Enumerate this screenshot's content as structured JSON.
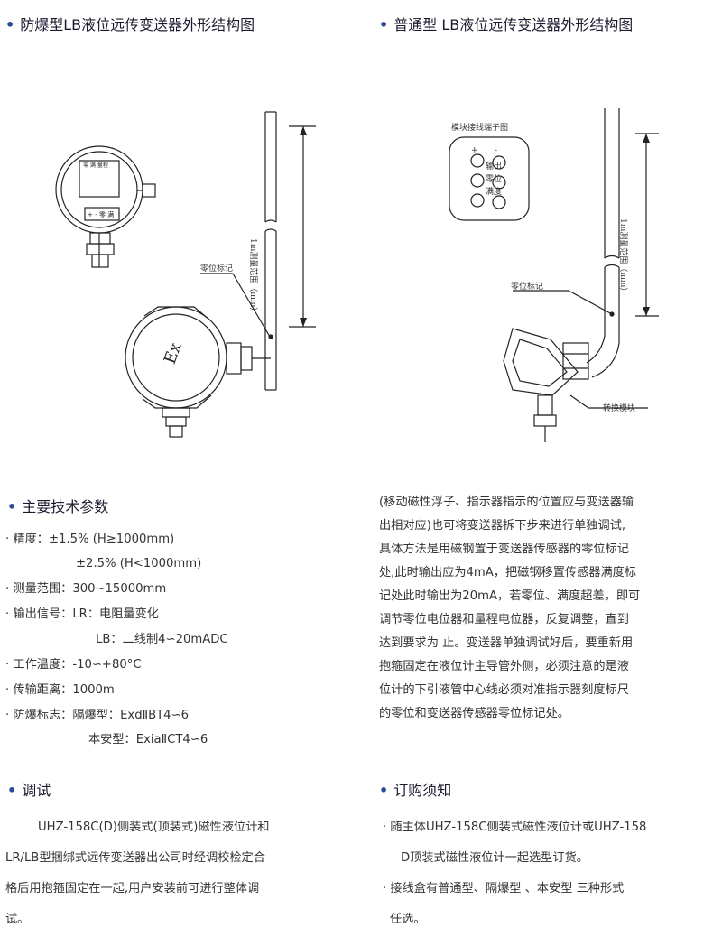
{
  "top_left": {
    "title": "防爆型LB液位远传变送器外形结构图",
    "zero_mark_label": "零位标记",
    "range_label": "1m测量范围（mm）",
    "ex_label": "Ex",
    "display_text": "零 满 量程",
    "terminal_text": "+ - 零 满"
  },
  "top_right": {
    "title": "普通型 LB液位远传变送器外形结构图",
    "module_caption": "模块接线端子图",
    "terminal_plus": "+",
    "terminal_minus": "-",
    "terminal_labels": [
      "输出",
      "零位",
      "满度"
    ],
    "zero_mark_label": "零位标记",
    "range_label": "1m测量范围（mm）",
    "converter_label": "转换模块"
  },
  "specs": {
    "title": "主要技术参数",
    "lines": [
      "· 精度：±1.5% (H≥1000mm)",
      "±2.5% (H<1000mm)",
      "· 测量范围：300∽15000mm",
      "· 输出信号：LR：电阻量变化",
      "LB：二线制4∽20mADC",
      "· 工作温度：-10∽+80°C",
      "· 传输距离：1000m",
      "· 防爆标志：隔爆型：ExdⅡBT4∽6",
      "本安型：ExiaⅡCT4∽6"
    ]
  },
  "method": {
    "lines": [
      "(移动磁性浮子、指示器指示的位置应与变送器输",
      "出相对应)也可将变送器拆下步来进行单独调试,",
      "具体方法是用磁钢置于变送器传感器的零位标记",
      "处,此时输出应为4mA，把磁钢移置传感器满度标",
      "记处此时输出为20mA，若零位、满度超差，即可",
      "调节零位电位器和量程电位器，反复调整，直到",
      "达到要求为 止。变送器单独调试好后，要重新用",
      "抱箍固定在液位计主导管外侧，必须注意的是液",
      "位计的下引液管中心线必须对准指示器刻度标尺",
      "的零位和变送器传感器零位标记处。"
    ]
  },
  "debug": {
    "title": "调试",
    "lines": [
      "UHZ-158C(D)侧装式(顶装式)磁性液位计和",
      "LR/LB型捆绑式远传变送器出公司时经调校检定合",
      "格后用抱箍固定在一起,用户安装前可进行整体调",
      "试。"
    ]
  },
  "order": {
    "title": "订购须知",
    "lines": [
      "· 随主体UHZ-158C侧装式磁性液位计或UHZ-158",
      "D顶装式磁性液位计一起选型订货。",
      "· 接线盒有普通型、隔爆型 、本安型 三种形式",
      "任选。"
    ]
  },
  "colors": {
    "accent": "#2a4a9a",
    "text": "#333333",
    "line": "#222222"
  }
}
